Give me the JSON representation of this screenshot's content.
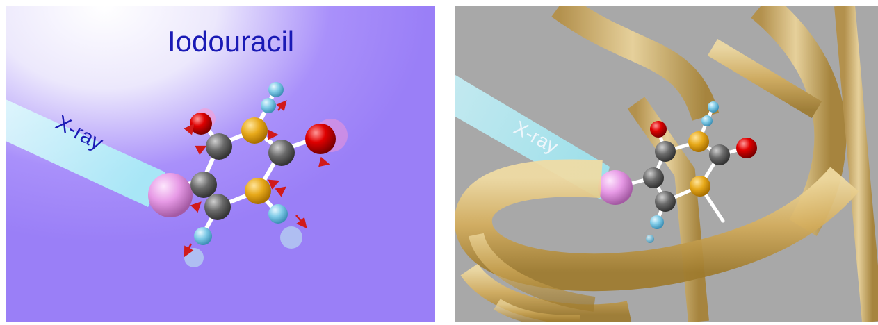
{
  "left_panel": {
    "title": "Iodouracil",
    "beam_label": "X-ray"
  },
  "right_panel": {
    "beam_label": "X-ray"
  },
  "colors": {
    "background_left": "#9a7ff7",
    "background_right": "#a8a8a8",
    "beam": "#c9f5fa",
    "iodine": "#e79ae6",
    "carbon": "#6f6f6f",
    "nitrogen": "#e7a91a",
    "oxygen": "#e00000",
    "hydrogen": "#7fcbe7",
    "arrow": "#d11a1a",
    "dna_strand": "#d8b56a",
    "title_text": "#1a1ab5"
  },
  "atoms": [
    "I",
    "C",
    "N",
    "O",
    "H"
  ]
}
